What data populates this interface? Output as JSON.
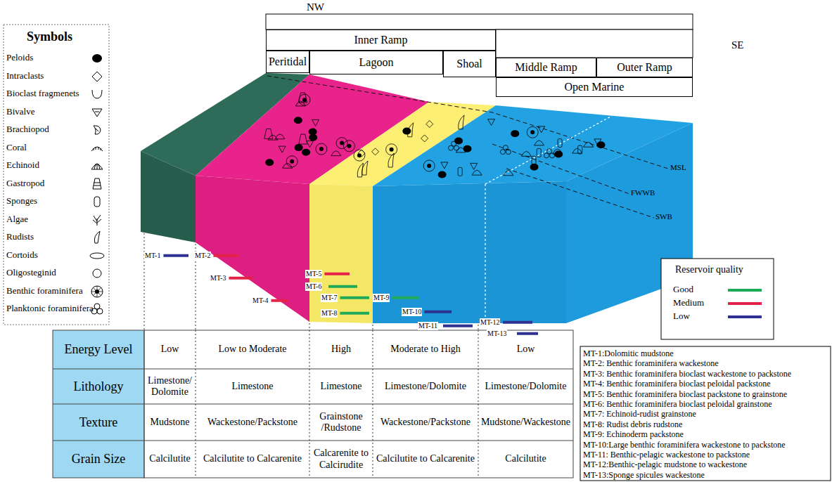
{
  "diagram": {
    "nodes": [
      {
        "text": [
          "Inner Ramp"
        ]
      },
      {
        "text": [
          "Peritidal"
        ]
      },
      {
        "text": [
          "Lagoon"
        ]
      },
      {
        "text": [
          "Shoal"
        ]
      },
      {
        "text": [
          "Middle Ramp"
        ]
      },
      {
        "text": [
          "Outer Ramp"
        ]
      },
      {
        "text": [
          "Open Marine"
        ]
      }
    ],
    "labels": [
      "NW",
      "SE",
      "MSL",
      "FWWB",
      "SWB",
      "Symbols",
      "MT-1",
      "MT-2",
      "MT-3",
      "MT-4",
      "MT-5",
      "MT-6",
      "MT-7",
      "MT-8",
      "MT-9",
      "MT-10",
      "MT-11",
      "MT-12",
      "MT-13",
      "Reservoir quality",
      "Energy Level",
      "Low",
      "Low to Moderate",
      "High",
      "Moderate to High",
      "Low",
      "Lithology",
      "Limestone/ Dolomite",
      "Limestone",
      "Limestone",
      "Limestone/Dolomite",
      "Limestone/Dolomite",
      "Texture",
      "Mudstone",
      "Wackestone/Packstone",
      "Grainstone /Rudstone",
      "Wackestone/Packstone",
      "Mudstone/Wackestone",
      "Grain Size",
      "Calcilutite",
      "Calcilutite to Calcarenite",
      "Calcarenite to Calcirudite",
      "Calcilutite to Calcarenite",
      "Calcilutite",
      "MT-1:Dolomitic mudstone",
      "MT-2: Benthic foraminifera wackestone",
      "MT-3: Benthic foraminifera bioclast wackestone to packstone",
      "MT-4: Benthic foraminifera bioclast peloidal packstone",
      "MT-5: Benthic foraminifera bioclast packstone to grainstone",
      "MT-6: Benthic foraminifera bioclast peloidal grainstone",
      "MT-7: Echinoid-rudist grainstone",
      "MT-8: Rudist debris rudstone",
      "MT-9: Echinoderm packstone",
      "MT-10:Large benthic foraminifera wackestone to packstone",
      "MT-11: Benthic-pelagic wackestone to packstone",
      "MT-12:Benthic-pelagic mudstone to wackestone",
      "MT-13:Sponge spicules wackestone"
    ],
    "legend": [
      {
        "text": "Peloids"
      },
      {
        "text": "Intraclasts"
      },
      {
        "text": "Bioclast fragmenets"
      },
      {
        "text": "Bivalve"
      },
      {
        "text": "Brachiopod"
      },
      {
        "text": "Coral"
      },
      {
        "text": "Echinoid"
      },
      {
        "text": "Gastropod"
      },
      {
        "text": "Sponges"
      },
      {
        "text": "Algae"
      },
      {
        "text": "Rudists"
      },
      {
        "text": "Cortoids"
      },
      {
        "text": "Oligosteginid"
      },
      {
        "text": "Benthic foraminifera"
      },
      {
        "text": "Planktonic foraminifera"
      },
      {
        "text": "Good",
        "color": "#1faa59"
      },
      {
        "text": "Medium",
        "color": "#e3234a"
      },
      {
        "text": "Low",
        "color": "#2e3192"
      }
    ]
  }
}
